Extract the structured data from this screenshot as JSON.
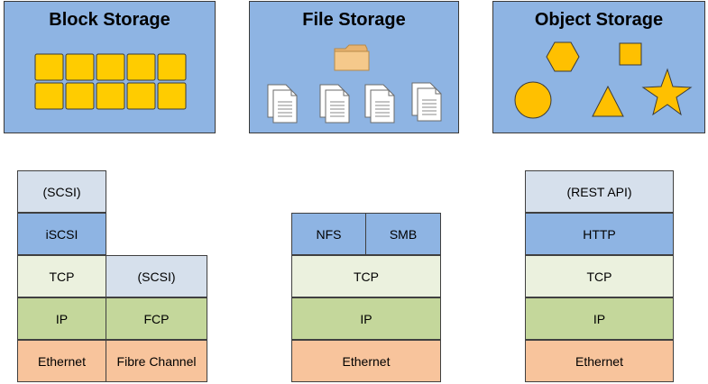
{
  "panels": {
    "block": {
      "title": "Block Storage"
    },
    "file": {
      "title": "File Storage"
    },
    "object": {
      "title": "Object Storage"
    }
  },
  "stacks": {
    "block_iscsi": [
      "(SCSI)",
      "iSCSI",
      "TCP",
      "IP",
      "Ethernet"
    ],
    "block_fc": [
      "(SCSI)",
      "FCP",
      "Fibre Channel"
    ],
    "file": {
      "app": [
        "NFS",
        "SMB"
      ],
      "lower": [
        "TCP",
        "IP",
        "Ethernet"
      ]
    },
    "object": [
      "(REST API)",
      "HTTP",
      "TCP",
      "IP",
      "Ethernet"
    ]
  },
  "colors": {
    "panel": "#8eb4e3",
    "block_tile": "#ffcc00",
    "folder": "#f5c98b",
    "shape_fill": "#ffc000",
    "app_layer": "#d6e0ec",
    "protocol_layer": "#8eb4e3",
    "transport_layer": "#ebf1de",
    "network_layer": "#c4d79b",
    "link_layer": "#f8c49c"
  }
}
